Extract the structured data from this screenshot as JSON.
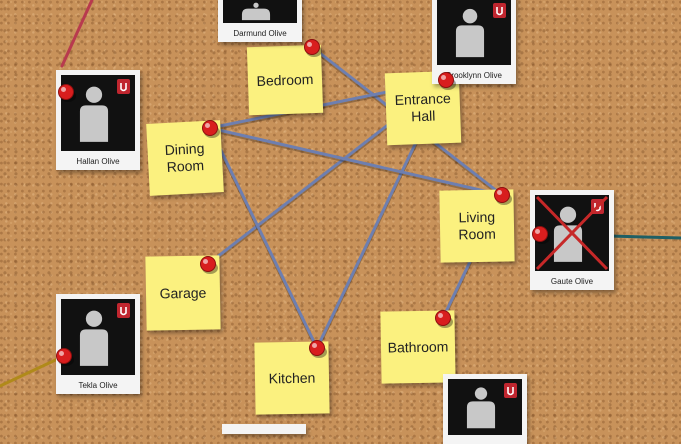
{
  "colors": {
    "note": "#fbf17f",
    "thread": "#6e7fb0",
    "pin": "#d81e1e",
    "external_threads": [
      "#b83a4e",
      "#1f5f64",
      "#b08a1a"
    ]
  },
  "rooms": [
    {
      "id": "bedroom",
      "label": "Bedroom"
    },
    {
      "id": "entrance-hall",
      "label": "Entrance\nHall"
    },
    {
      "id": "dining-room",
      "label": "Dining\nRoom"
    },
    {
      "id": "living-room",
      "label": "Living\nRoom"
    },
    {
      "id": "garage",
      "label": "Garage"
    },
    {
      "id": "bathroom",
      "label": "Bathroom"
    },
    {
      "id": "kitchen",
      "label": "Kitchen"
    }
  ],
  "suspects": [
    {
      "id": "darmund",
      "name": "Darmund Olive",
      "icon": "person-silhouette-icon"
    },
    {
      "id": "brooklynn",
      "name": "Brooklynn Olive",
      "icon": "person-silhouette-icon"
    },
    {
      "id": "hallan",
      "name": "Hallan Olive",
      "icon": "person-silhouette-icon"
    },
    {
      "id": "gaute",
      "name": "Gaute Olive",
      "icon": "person-silhouette-icon",
      "crossed_out": true
    },
    {
      "id": "tekla",
      "name": "Tekla Olive",
      "icon": "person-silhouette-icon"
    },
    {
      "id": "unnamed",
      "name": "",
      "icon": "person-silhouette-icon"
    }
  ],
  "connections": [
    [
      "bedroom",
      "living-room"
    ],
    [
      "entrance-hall",
      "dining-room"
    ],
    [
      "entrance-hall",
      "garage"
    ],
    [
      "entrance-hall",
      "kitchen"
    ],
    [
      "dining-room",
      "kitchen"
    ],
    [
      "dining-room",
      "living-room"
    ],
    [
      "living-room",
      "bathroom"
    ]
  ]
}
